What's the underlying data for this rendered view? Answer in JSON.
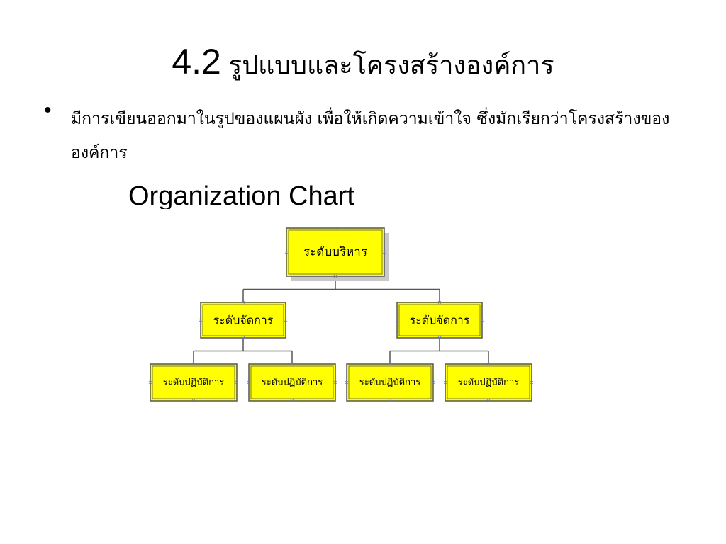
{
  "slide": {
    "title_number": "4.2",
    "title_text": "รูปแบบและโครงสร้างองค์การ",
    "bullet_text": "มีการเขียนออกมาในรูปของแผนผัง เพื่อให้เกิดความเข้าใจ ซึ่งมักเรียกว่าโครงสร้างขององค์การ",
    "chart_heading": "Organization Chart"
  },
  "org_chart": {
    "box_fill": "#ffff00",
    "box_border": "#555555",
    "connector_color": "#555555",
    "nodes": [
      {
        "id": "top",
        "label": "ระดับบริหาร",
        "level": 1,
        "parent": null
      },
      {
        "id": "mgr1",
        "label": "ระดับจัดการ",
        "level": 2,
        "parent": "top"
      },
      {
        "id": "mgr2",
        "label": "ระดับจัดการ",
        "level": 2,
        "parent": "top"
      },
      {
        "id": "op1",
        "label": "ระดับปฏิบัติการ",
        "level": 3,
        "parent": "mgr1"
      },
      {
        "id": "op2",
        "label": "ระดับปฏิบัติการ",
        "level": 3,
        "parent": "mgr1"
      },
      {
        "id": "op3",
        "label": "ระดับปฏิบัติการ",
        "level": 3,
        "parent": "mgr2"
      },
      {
        "id": "op4",
        "label": "ระดับปฏิบัติการ",
        "level": 3,
        "parent": "mgr2"
      }
    ]
  }
}
